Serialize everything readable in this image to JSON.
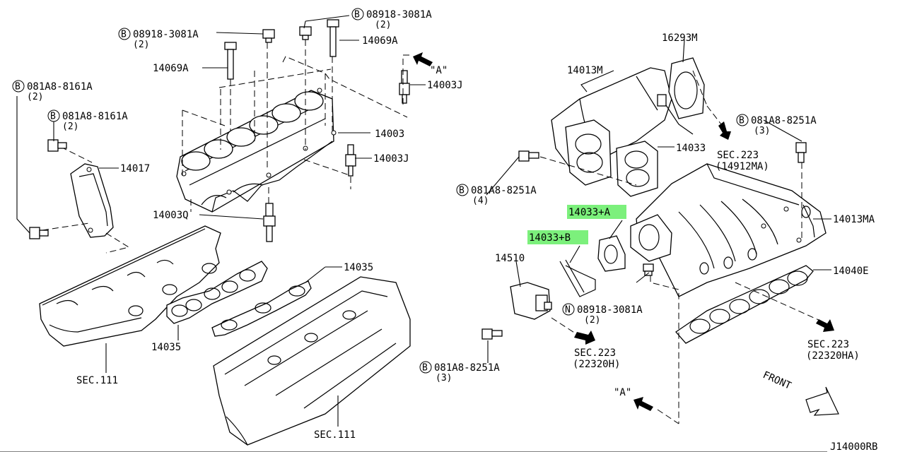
{
  "diagram_id": "J14000RB",
  "highlight_color": "#7cf07c",
  "labels": {
    "bolt_08918_3081a_top_left": {
      "code": "08918-3081A",
      "qty": "(2)",
      "prefix": "B"
    },
    "bolt_08918_3081a_top_right": {
      "code": "08918-3081A",
      "qty": "(2)",
      "prefix": "B"
    },
    "bolt_081a8_8161a_outer": {
      "code": "081A8-8161A",
      "qty": "(2)",
      "prefix": "B"
    },
    "bolt_081a8_8161a_inner": {
      "code": "081A8-8161A",
      "qty": "(2)",
      "prefix": "B"
    },
    "p14069a_left": "14069A",
    "p14069a_right": "14069A",
    "view_a_top": "\"A\"",
    "view_a_bottom": "\"A\"",
    "p14003j_top": "14003J",
    "p14003j_mid": "14003J",
    "p14003": "14003",
    "p14017": "14017",
    "p14003q": "14003Q",
    "p14035_top": "14035",
    "p14035_bottom": "14035",
    "sec111_left": "SEC.111",
    "sec111_bottom": "SEC.111",
    "p16293m": "16293M",
    "p14013m": "14013M",
    "bolt_081a8_8251a_right": {
      "code": "081A8-8251A",
      "qty": "(3)",
      "prefix": "B"
    },
    "p14033": "14033",
    "sec223_14912ma": {
      "sec": "SEC.223",
      "ref": "(14912MA)"
    },
    "bolt_081a8_8251a_mid": {
      "code": "081A8-8251A",
      "qty": "(4)",
      "prefix": "B"
    },
    "p14033_a": "14033+A",
    "p14033_b": "14033+B",
    "p14013ma": "14013MA",
    "p14510": "14510",
    "p14040e": "14040E",
    "nut_08918_3081a": {
      "code": "08918-3081A",
      "qty": "(2)",
      "prefix": "N"
    },
    "sec223_22320h": {
      "sec": "SEC.223",
      "ref": "(22320H)"
    },
    "sec223_22320ha": {
      "sec": "SEC.223",
      "ref": "(22320HA)"
    },
    "bolt_081a8_8251a_bottom": {
      "code": "081A8-8251A",
      "qty": "(3)",
      "prefix": "B"
    },
    "front": "FRONT"
  }
}
